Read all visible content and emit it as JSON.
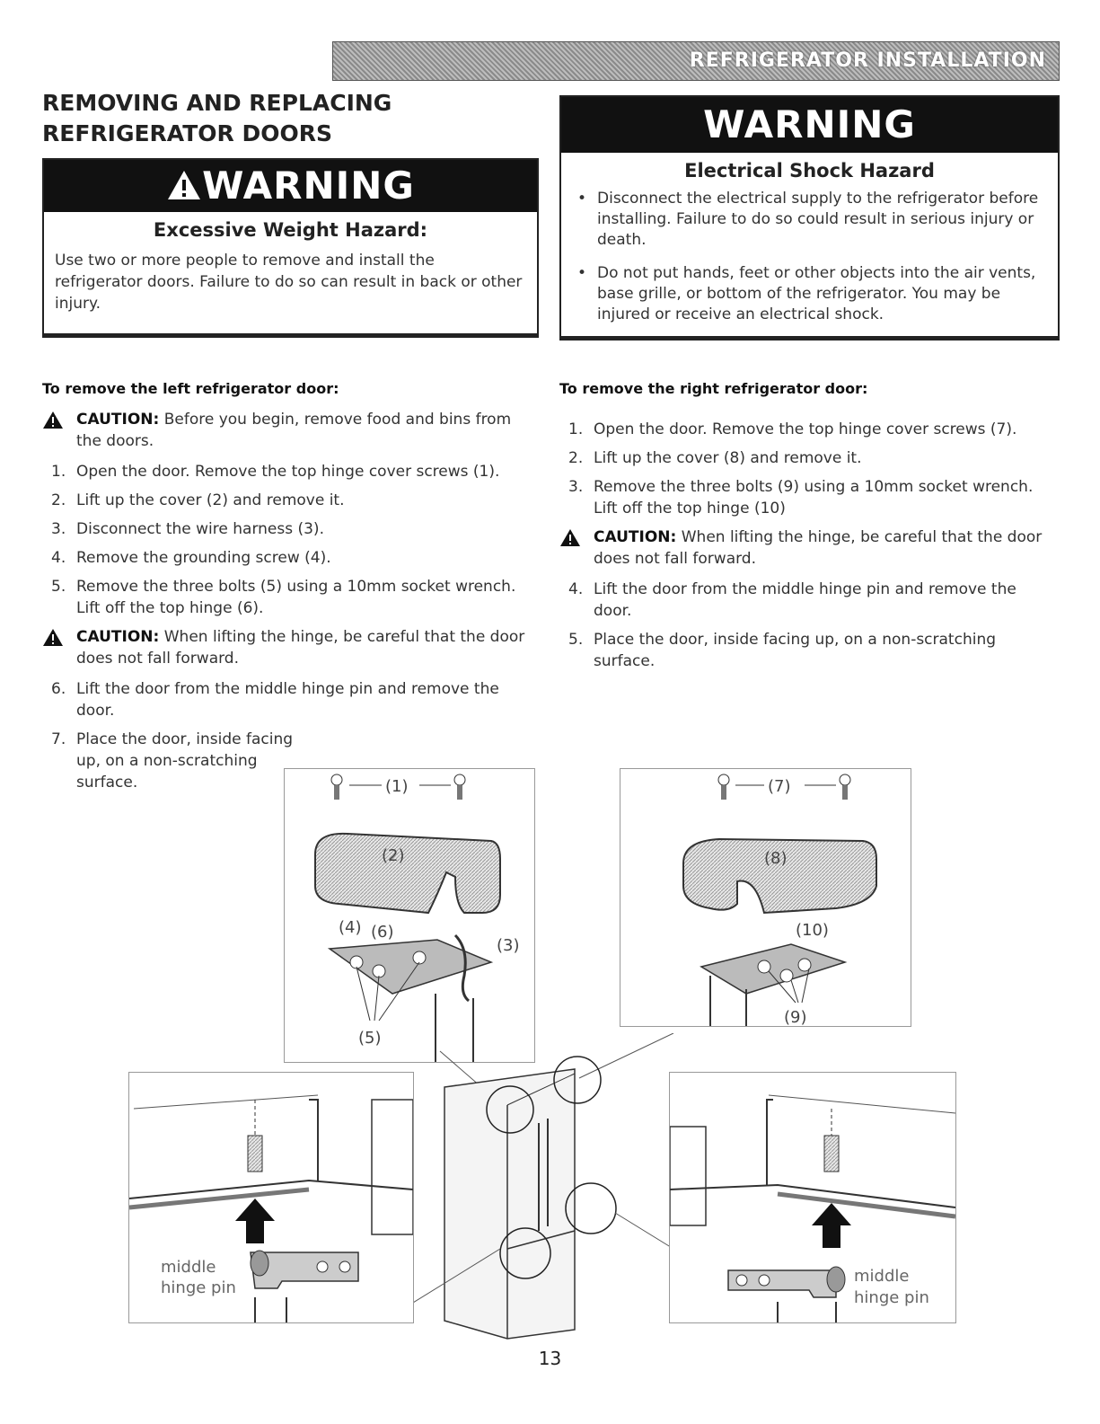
{
  "header": {
    "section": "REFRIGERATOR INSTALLATION"
  },
  "title": "REMOVING AND REPLACING REFRIGERATOR DOORS",
  "warning_left": {
    "heading": "WARNING",
    "subheading": "Excessive Weight Hazard:",
    "body": "Use two or more people to remove and install the refrigerator doors. Failure to do so can result in back or other injury."
  },
  "warning_right": {
    "heading": "WARNING",
    "subheading": "Electrical Shock Hazard",
    "bullets": [
      "Disconnect the electrical supply to the refrigerator before installing. Failure to do so could result in serious injury or death.",
      "Do not put hands, feet or other objects into the air vents, base grille, or bottom of the refrigerator. You may be injured or receive an electrical shock."
    ]
  },
  "left_door": {
    "heading": "To remove the left refrigerator door:",
    "caution1_label": "CAUTION:",
    "caution1_text": "Before you begin, remove food and bins from the doors.",
    "steps": [
      "Open the door. Remove the top hinge cover screws (1).",
      "Lift up the cover (2) and remove it.",
      "Disconnect the wire harness (3).",
      "Remove the grounding screw (4).",
      "Remove the three bolts (5) using a 10mm socket wrench. Lift off the top hinge (6)."
    ],
    "caution2_label": "CAUTION:",
    "caution2_text": "When lifting the hinge, be careful that the door does not fall forward.",
    "steps_after": [
      "Lift the door from the middle hinge pin and remove the door.",
      "Place the door, inside facing up, on a non-scratching surface."
    ]
  },
  "right_door": {
    "heading": "To remove the right refrigerator door:",
    "steps": [
      "Open the door. Remove the top hinge cover screws (7).",
      "Lift up the cover (8) and remove it.",
      "Remove the three bolts (9) using a 10mm socket wrench. Lift off the top hinge (10)"
    ],
    "caution_label": "CAUTION:",
    "caution_text": "When lifting the hinge, be careful that the door does not fall forward.",
    "steps_after": [
      "Lift the door from the middle hinge pin and remove the door.",
      "Place the door, inside facing up, on a non-scratching surface."
    ]
  },
  "figure_labels": {
    "l1": "(1)",
    "l2": "(2)",
    "l3": "(3)",
    "l4": "(4)",
    "l5": "(5)",
    "l6": "(6)",
    "r7": "(7)",
    "r8": "(8)",
    "r9": "(9)",
    "r10": "(10)",
    "middle": "middle",
    "hinge_pin": "hinge pin"
  },
  "step_numbers": {
    "left": [
      "1.",
      "2.",
      "3.",
      "4.",
      "5.",
      "6.",
      "7."
    ],
    "right": [
      "1.",
      "2.",
      "3.",
      "4.",
      "5."
    ]
  },
  "page_number": "13"
}
